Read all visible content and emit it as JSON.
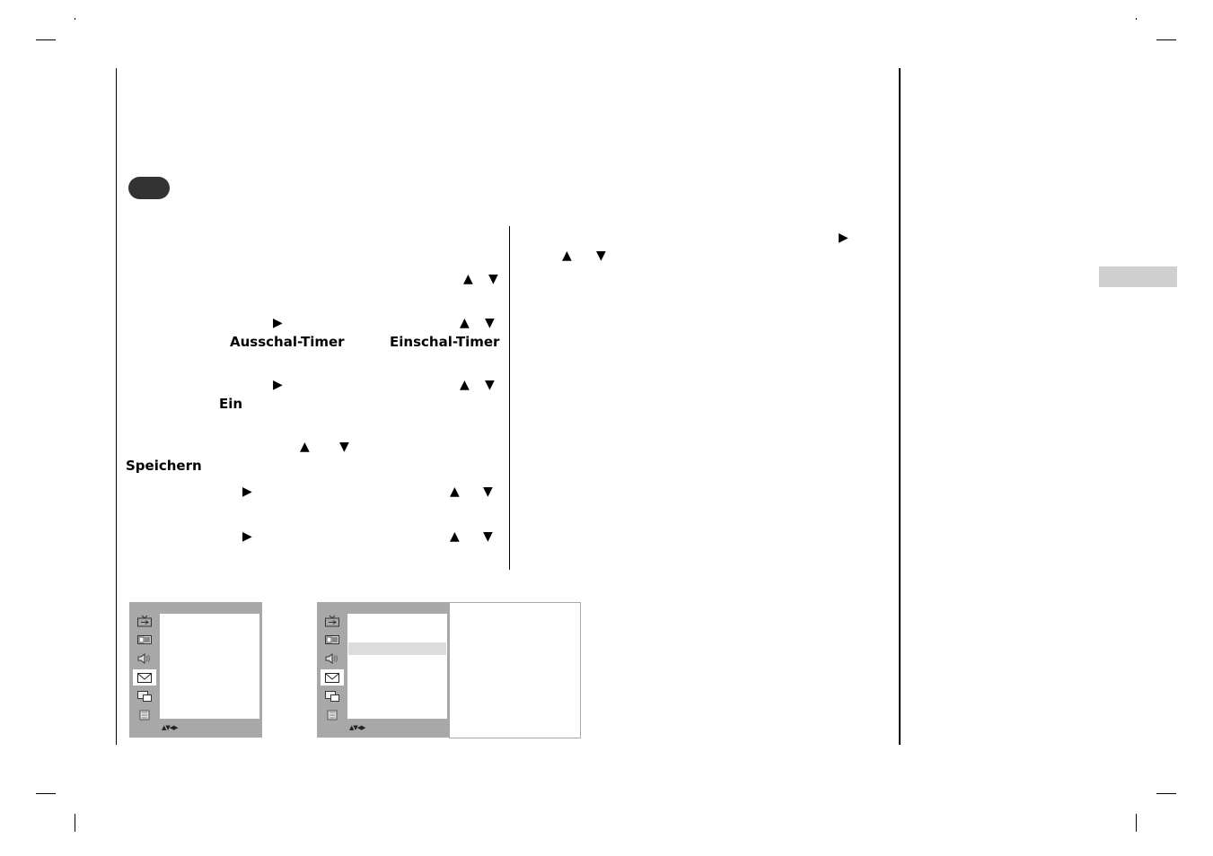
{
  "page": {
    "text": {
      "off_timer": "Ausschal-Timer",
      "on_timer": "Einschal-Timer",
      "on": "Ein",
      "save": "Speichern"
    },
    "glyphs": {
      "up": "▲",
      "down": "▼",
      "right": "▶",
      "nav_hint": "▲▼◀▶"
    }
  },
  "menu_icons": [
    "tv-icon",
    "picture-icon",
    "sound-icon",
    "time-icon",
    "special-icon",
    "screen-icon"
  ],
  "menu1": {
    "selected_icon": "time-icon"
  },
  "menu2": {
    "selected_icon": "time-icon",
    "highlighted_row": 2
  },
  "colors": {
    "menu_frame": "#a8a8a8",
    "pill": "#333333",
    "side_tab": "#cfcfcf",
    "highlight": "#dcdcdc"
  }
}
